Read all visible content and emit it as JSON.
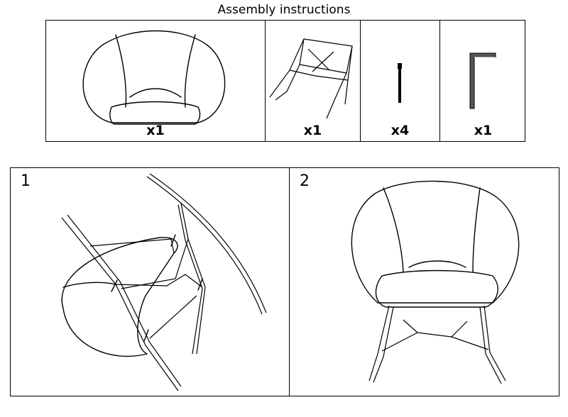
{
  "title": "Assembly instructions",
  "parts": [
    {
      "name": "seat",
      "icon": "chair-seat-icon",
      "qty": "x1"
    },
    {
      "name": "frame",
      "icon": "chair-frame-icon",
      "qty": "x1"
    },
    {
      "name": "bolt",
      "icon": "bolt-icon",
      "qty": "x4"
    },
    {
      "name": "allen-key",
      "icon": "allen-key-icon",
      "qty": "x1"
    }
  ],
  "steps": [
    {
      "number": "1",
      "icon": "attach-frame-to-seat-icon"
    },
    {
      "number": "2",
      "icon": "assembled-rocking-chair-icon"
    }
  ]
}
